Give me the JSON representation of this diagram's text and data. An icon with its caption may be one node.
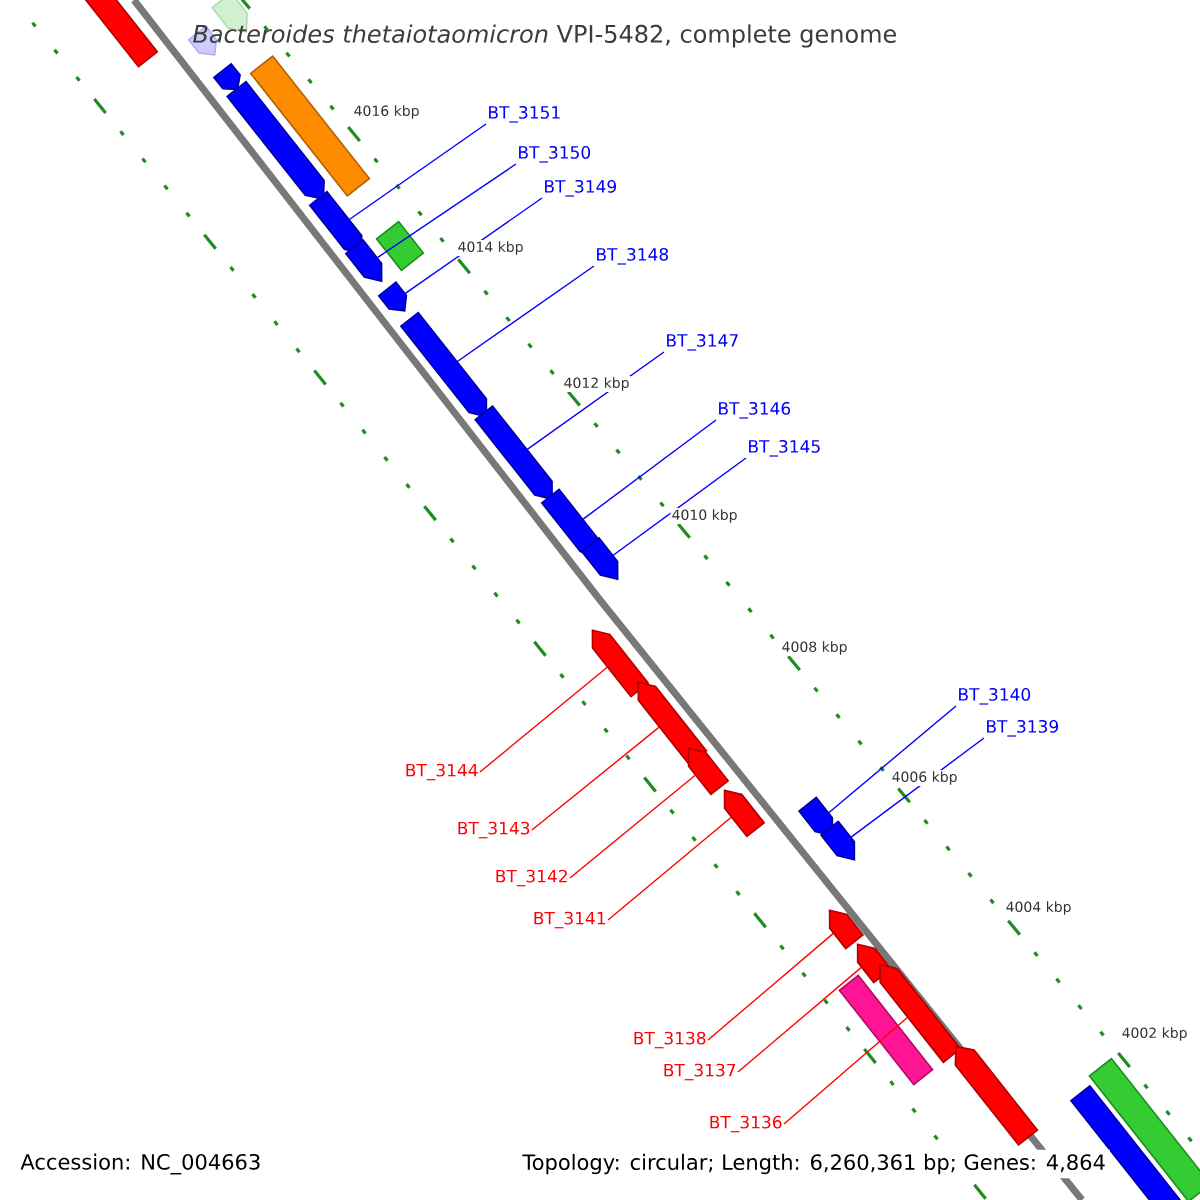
{
  "diagram": {
    "title": "*Bacteroides thetaiotaomicron* VPI-5482, complete genome",
    "nodes": [
      {
        "text": [
          "BT_3151"
        ]
      },
      {
        "text": [],
        "shape": "arrow"
      },
      {
        "text": [
          "BT_3150"
        ]
      },
      {
        "text": [],
        "shape": "arrow"
      },
      {
        "text": [
          "BT_3149"
        ]
      },
      {
        "text": [],
        "shape": "arrow"
      },
      {
        "text": [
          "BT_3148"
        ]
      },
      {
        "text": [],
        "shape": "arrow"
      },
      {
        "text": [
          "BT_3147"
        ]
      },
      {
        "text": [],
        "shape": "arrow"
      },
      {
        "text": [
          "BT_3146"
        ]
      },
      {
        "text": [],
        "shape": "arrow"
      },
      {
        "text": [
          "BT_3145"
        ]
      },
      {
        "text": [],
        "shape": "arrow"
      },
      {
        "text": [
          "BT_3140"
        ]
      },
      {
        "text": [],
        "shape": "arrow"
      },
      {
        "text": [
          "BT_3139"
        ]
      },
      {
        "text": [],
        "shape": "arrow"
      },
      {
        "text": [
          "BT_3144"
        ]
      },
      {
        "text": [],
        "shape": "arrow"
      },
      {
        "text": [
          "BT_3143"
        ]
      },
      {
        "text": [],
        "shape": "arrow"
      },
      {
        "text": [
          "BT_3142"
        ]
      },
      {
        "text": [],
        "shape": "arrow"
      },
      {
        "text": [
          "BT_3141"
        ]
      },
      {
        "text": [],
        "shape": "arrow"
      },
      {
        "text": [
          "BT_3138"
        ]
      },
      {
        "text": [],
        "shape": "arrow"
      },
      {
        "text": [
          "BT_3137"
        ]
      },
      {
        "text": [],
        "shape": "arrow"
      },
      {
        "text": [
          "BT_3136"
        ]
      },
      {
        "text": [],
        "shape": "arrow"
      },
      {
        "text": [],
        "shape": "box"
      },
      {
        "text": [],
        "shape": "arrow"
      },
      {
        "text": [],
        "shape": "arrow"
      },
      {
        "text": [],
        "shape": "arrow"
      },
      {
        "text": [],
        "shape": "arrow"
      },
      {
        "text": [],
        "shape": "box"
      },
      {
        "text": [],
        "shape": "box"
      },
      {
        "text": [],
        "shape": "box"
      },
      {
        "text": [],
        "shape": "arrow"
      },
      {
        "text": [],
        "shape": "box"
      },
      {
        "text": [],
        "shape": "box"
      }
    ],
    "edges": [
      {
        "from": 0,
        "to": 1,
        "arrow": "none"
      },
      {
        "from": 2,
        "to": 3,
        "arrow": "none"
      },
      {
        "from": 4,
        "to": 5,
        "arrow": "none"
      },
      {
        "from": 6,
        "to": 7,
        "arrow": "none"
      },
      {
        "from": 8,
        "to": 9,
        "arrow": "none"
      },
      {
        "from": 10,
        "to": 11,
        "arrow": "none"
      },
      {
        "from": 12,
        "to": 13,
        "arrow": "none"
      },
      {
        "from": 14,
        "to": 15,
        "arrow": "none"
      },
      {
        "from": 16,
        "to": 17,
        "arrow": "none"
      },
      {
        "from": 18,
        "to": 19,
        "arrow": "none",
        "color": "#ff0000"
      },
      {
        "from": 20,
        "to": 21,
        "arrow": "none",
        "color": "#ff0000"
      },
      {
        "from": 22,
        "to": 23,
        "arrow": "none",
        "color": "#ff0000"
      },
      {
        "from": 24,
        "to": 25,
        "arrow": "none",
        "color": "#ff0000"
      },
      {
        "from": 26,
        "to": 27,
        "arrow": "none",
        "color": "#ff0000"
      },
      {
        "from": 28,
        "to": 29,
        "arrow": "none",
        "color": "#ff0000"
      },
      {
        "from": 30,
        "to": 31,
        "arrow": "none",
        "color": "#ff0000"
      }
    ],
    "labels": [
      "4016 kbp",
      "4014 kbp",
      "4012 kbp",
      "4010 kbp",
      "4008 kbp",
      "4006 kbp",
      "4004 kbp",
      "4002 kbp",
      "Accession: NC_004663",
      "Topology: circular; Length: 6,260,361 bp; Genes: 4,864"
    ]
  }
}
